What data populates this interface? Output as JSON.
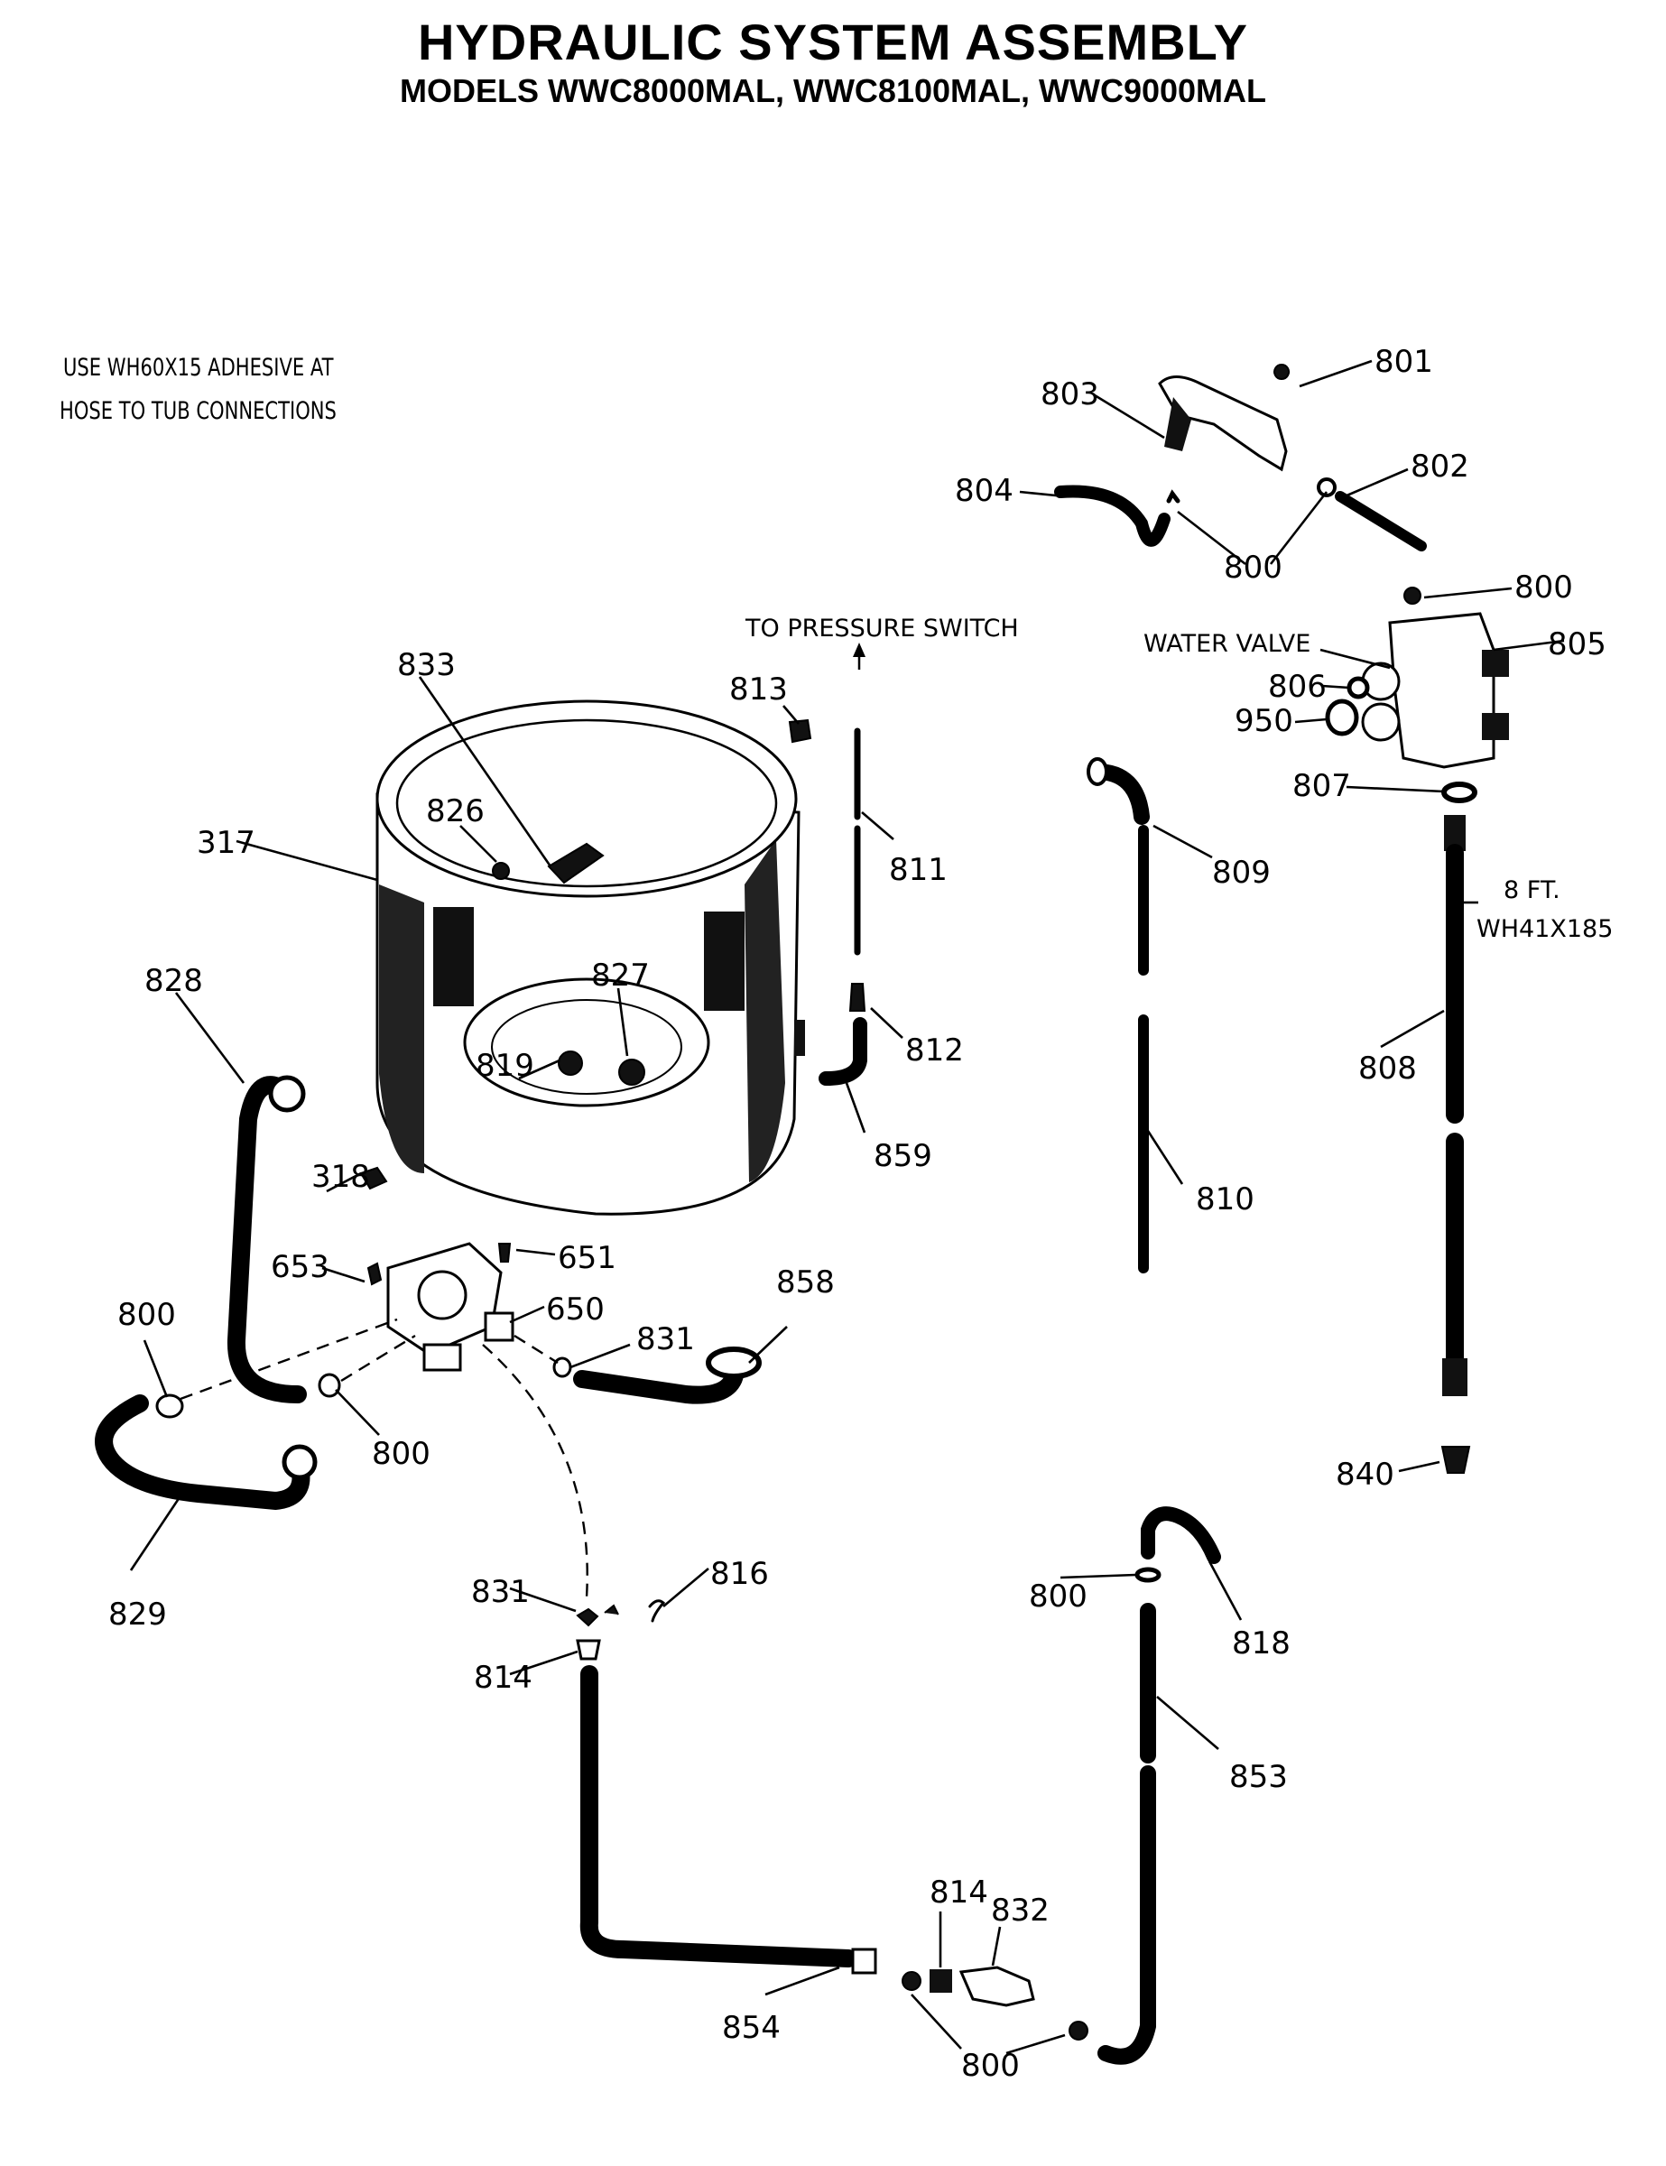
{
  "header": {
    "title": "HYDRAULIC SYSTEM ASSEMBLY",
    "subtitle": "MODELS WWC8000MAL, WWC8100MAL, WWC9000MAL"
  },
  "notes": {
    "adhesive_line1": "USE WH60X15 ADHESIVE AT",
    "adhesive_line2": "HOSE TO TUB CONNECTIONS",
    "pressure_switch": "TO PRESSURE SWITCH",
    "water_valve": "WATER VALVE",
    "length": "8 FT.",
    "hose_part_no": "WH41X185"
  },
  "callouts": {
    "c801": "801",
    "c803": "803",
    "c802": "802",
    "c804": "804",
    "c800_top": "800",
    "c800_valve": "800",
    "c805": "805",
    "c806": "806",
    "c950": "950",
    "c807": "807",
    "c808": "808",
    "c840": "840",
    "c833": "833",
    "c813": "813",
    "c826": "826",
    "c317": "317",
    "c811": "811",
    "c809": "809",
    "c827": "827",
    "c812": "812",
    "c819": "819",
    "c828": "828",
    "c859": "859",
    "c810": "810",
    "c318": "318",
    "c653": "653",
    "c651": "651",
    "c650": "650",
    "c858": "858",
    "c800_left": "800",
    "c831_right": "831",
    "c800_pump": "800",
    "c829": "829",
    "c831_low": "831",
    "c816": "816",
    "c800_drain": "800",
    "c818": "818",
    "c814_low": "814",
    "c853": "853",
    "c814_bottom": "814",
    "c832": "832",
    "c854": "854",
    "c800_bottom": "800"
  }
}
